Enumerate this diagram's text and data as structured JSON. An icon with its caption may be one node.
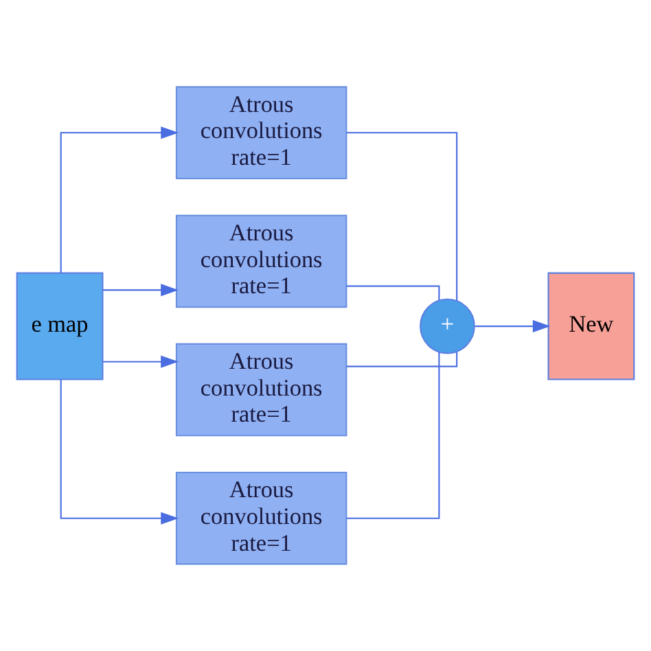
{
  "diagram": {
    "nodes": [
      {
        "text": [
          "e map"
        ]
      },
      {
        "text": [
          "Atrous convolutions rate=1"
        ]
      },
      {
        "text": [
          "Atrous convolutions rate=1"
        ]
      },
      {
        "text": [
          "Atrous convolutions rate=1"
        ]
      },
      {
        "text": [
          "Atrous convolutions rate=1"
        ]
      },
      {
        "text": [
          "+"
        ]
      },
      {
        "text": [
          "New"
        ]
      }
    ],
    "edges": [
      {
        "from": 0,
        "to": 1,
        "arrow": "to"
      },
      {
        "from": 0,
        "to": 2,
        "arrow": "to"
      },
      {
        "from": 0,
        "to": 3,
        "arrow": "to"
      },
      {
        "from": 0,
        "to": 4,
        "arrow": "to"
      },
      {
        "from": 1,
        "to": 5,
        "arrow": "none"
      },
      {
        "from": 2,
        "to": 5,
        "arrow": "none"
      },
      {
        "from": 3,
        "to": 5,
        "arrow": "none"
      },
      {
        "from": 4,
        "to": 5,
        "arrow": "none"
      },
      {
        "from": 5,
        "to": 6,
        "arrow": "to"
      }
    ]
  }
}
